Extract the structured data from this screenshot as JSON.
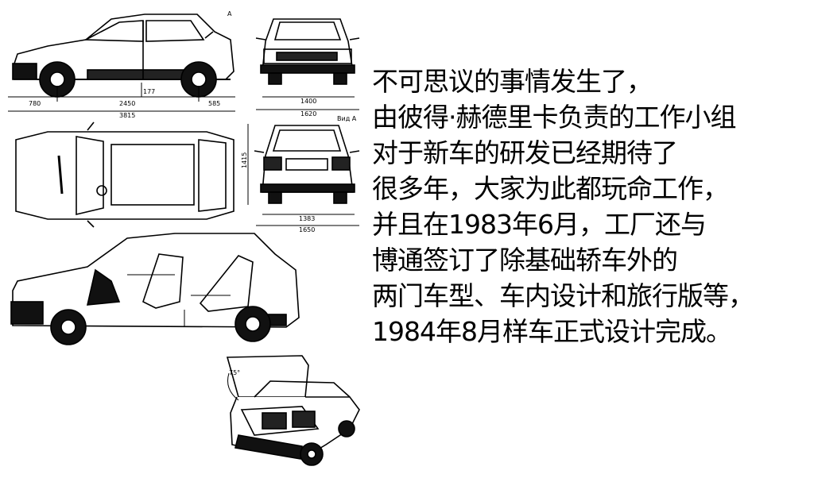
{
  "dimensions": {
    "side_front_overhang": "780",
    "side_wheelbase": "2450",
    "side_rear_overhang": "585",
    "side_total_length": "3815",
    "side_ground_clearance": "177",
    "front_track": "1400",
    "front_width": "1620",
    "rear_track": "1383",
    "rear_width": "1650",
    "rear_height": "1415",
    "view_marker_a": "A",
    "view_label": "Вид A",
    "hatch_angle": "75°"
  },
  "caption": {
    "lines": [
      "不可思议的事情发生了，",
      "由彼得·赫德里卡负责的工作小组",
      "对于新车的研发已经期待了",
      "很多年，大家为此都玩命工作，",
      "并且在1983年6月，工厂还与",
      "博通签订了除基础轿车外的",
      "两门车型、车内设计和旅行版等，",
      "1984年8月样车正式设计完成。"
    ]
  }
}
